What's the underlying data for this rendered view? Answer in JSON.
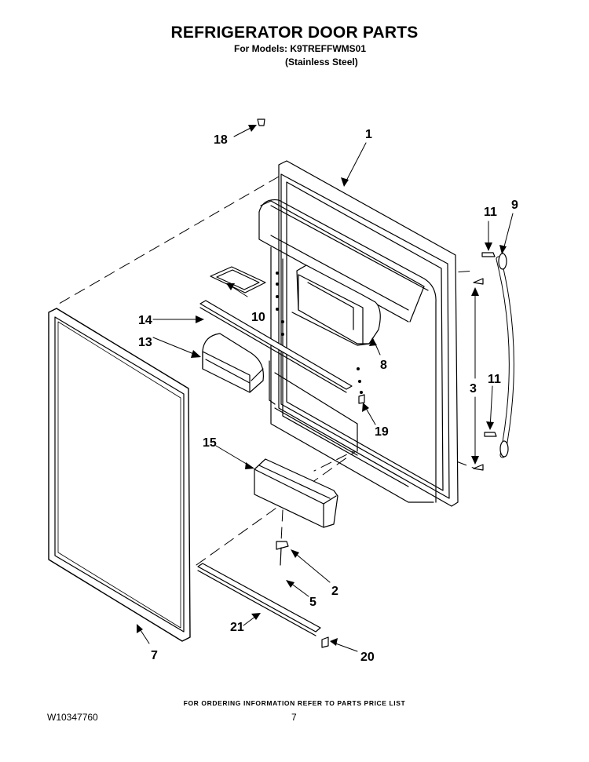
{
  "header": {
    "title": "REFRIGERATOR DOOR PARTS",
    "models_line": "For Models: K9TREFFWMS01",
    "finish_line": "(Stainless Steel)"
  },
  "callouts": [
    "1",
    "2",
    "3",
    "5",
    "7",
    "8",
    "9",
    "10",
    "11",
    "11",
    "13",
    "14",
    "15",
    "18",
    "19",
    "20",
    "21"
  ],
  "footer": {
    "ordering_note": "FOR ORDERING INFORMATION REFER TO PARTS PRICE LIST",
    "document_number": "W10347760",
    "page_number": "7"
  }
}
